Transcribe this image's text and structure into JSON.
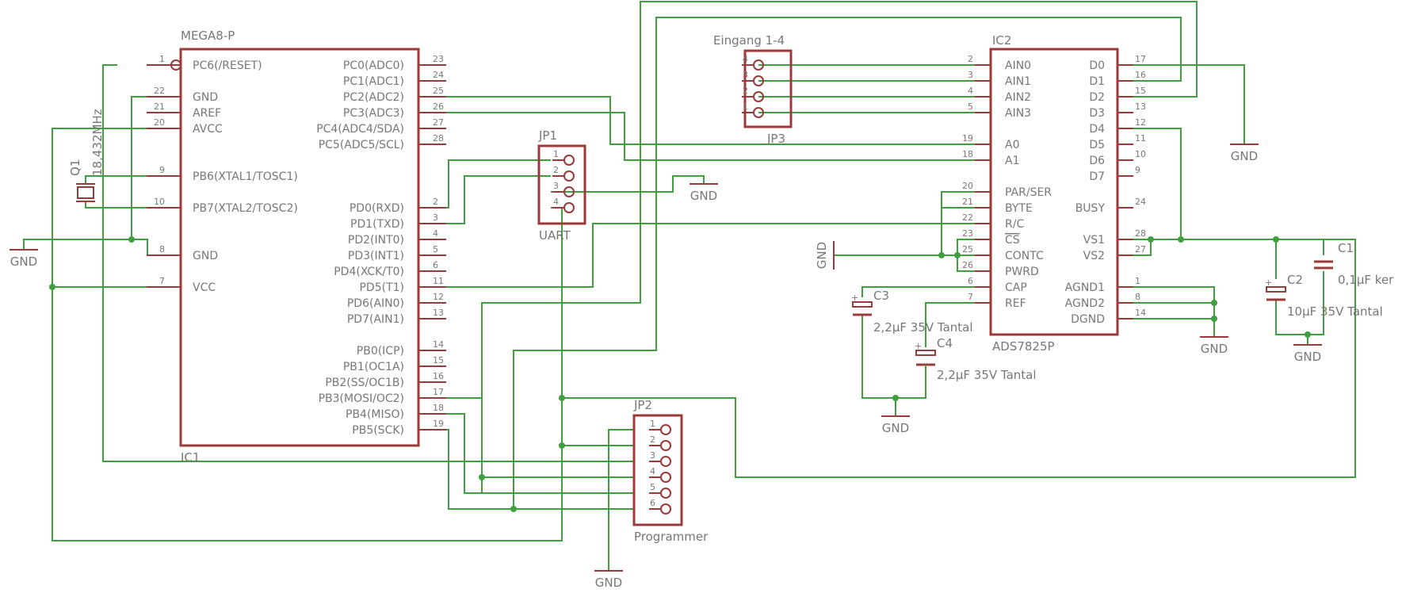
{
  "colors": {
    "wire": "#3f9f3f",
    "part": "#9b3a3a",
    "text": "#777777"
  },
  "ic1": {
    "part": "MEGA8-P",
    "ref": "IC1",
    "pins": {
      "p1": "PC6(/RESET)",
      "p22": "GND",
      "p21": "AREF",
      "p20": "AVCC",
      "p9": "PB6(XTAL1/TOSC1)",
      "p10": "PB7(XTAL2/TOSC2)",
      "p8": "GND",
      "p7": "VCC",
      "p23": "PC0(ADC0)",
      "p24": "PC1(ADC1)",
      "p25": "PC2(ADC2)",
      "p26": "PC3(ADC3)",
      "p27": "PC4(ADC4/SDA)",
      "p28": "PC5(ADC5/SCL)",
      "p2": "PD0(RXD)",
      "p3": "PD1(TXD)",
      "p4": "PD2(INT0)",
      "p5": "PD3(INT1)",
      "p6": "PD4(XCK/T0)",
      "p11": "PD5(T1)",
      "p12": "PD6(AIN0)",
      "p13": "PD7(AIN1)",
      "p14": "PB0(ICP)",
      "p15": "PB1(OC1A)",
      "p16": "PB2(SS/OC1B)",
      "p17": "PB3(MOSI/OC2)",
      "p18": "PB4(MISO)",
      "p19": "PB5(SCK)"
    },
    "nums": [
      "1",
      "22",
      "21",
      "20",
      "9",
      "10",
      "8",
      "7",
      "23",
      "24",
      "25",
      "26",
      "27",
      "28",
      "2",
      "3",
      "4",
      "5",
      "6",
      "11",
      "12",
      "13",
      "14",
      "15",
      "16",
      "17",
      "18",
      "19"
    ]
  },
  "ic2": {
    "ref": "IC2",
    "part": "ADS7825P",
    "pins": {
      "p2": "AIN0",
      "p3": "AIN1",
      "p4": "AIN2",
      "p5": "AIN3",
      "p19": "A0",
      "p18": "A1",
      "p20": "PAR/SER",
      "p21": "BYTE",
      "p22": "R/C",
      "p23": "CS",
      "p25": "CONTC",
      "p26": "PWRD",
      "p6": "CAP",
      "p7": "REF",
      "p17": "D0",
      "p16": "D1",
      "p15": "D2",
      "p13": "D3",
      "p12": "D4",
      "p11": "D5",
      "p10": "D6",
      "p9": "D7",
      "p24": "BUSY",
      "p28": "VS1",
      "p27": "VS2",
      "p1": "AGND1",
      "p8": "AGND2",
      "p14": "DGND"
    },
    "nums": [
      "2",
      "3",
      "4",
      "5",
      "19",
      "18",
      "20",
      "21",
      "22",
      "23",
      "25",
      "26",
      "6",
      "7",
      "17",
      "16",
      "15",
      "13",
      "12",
      "11",
      "10",
      "9",
      "24",
      "28",
      "27",
      "1",
      "8",
      "14"
    ]
  },
  "jp1": {
    "ref": "JP1",
    "label": "UART",
    "pins": [
      "1",
      "2",
      "3",
      "4"
    ]
  },
  "jp2": {
    "ref": "JP2",
    "label": "Programmer",
    "pins": [
      "1",
      "2",
      "3",
      "4",
      "5",
      "6"
    ]
  },
  "jp3": {
    "title": "Eingang 1-4",
    "ref": "JP3",
    "pins": [
      "4",
      "3",
      "2",
      "1"
    ]
  },
  "crystal": {
    "ref": "Q1",
    "value": "18,432MHz"
  },
  "capacitors": {
    "c1": {
      "ref": "C1",
      "value": "0,1µF ker"
    },
    "c2": {
      "ref": "C2",
      "value": "10µF 35V Tantal"
    },
    "c3": {
      "ref": "C3",
      "value": "2,2µF 35V Tantal"
    },
    "c4": {
      "ref": "C4",
      "value": "2,2µF 35V Tantal"
    }
  },
  "gnd_label": "GND",
  "plus": "+"
}
